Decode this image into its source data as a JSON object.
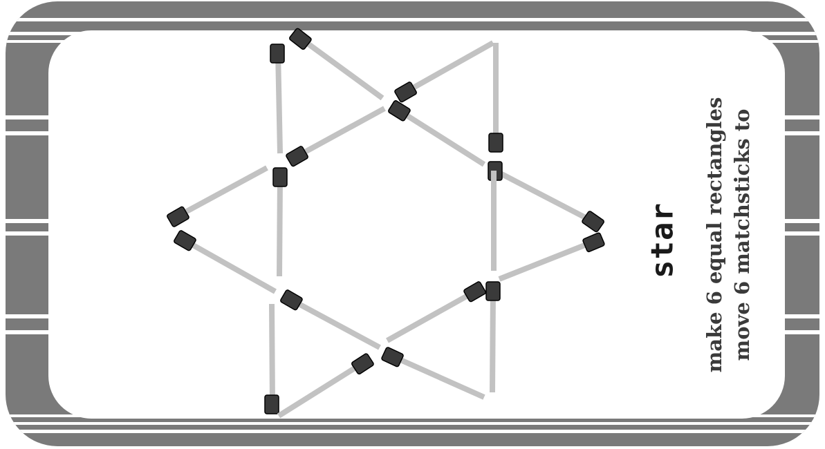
{
  "puzzle": {
    "title": "star",
    "instruction_line1": "move 6 matchsticks to",
    "instruction_line2": "make 6 equal rectangles",
    "matchstick_count": 18
  },
  "colors": {
    "frame": "#7a7a7a",
    "frame_stripe": "#ffffff",
    "card": "#ffffff",
    "stick": "#c2c2c2",
    "head": "#3a3a3a",
    "head_outline": "#000000"
  }
}
